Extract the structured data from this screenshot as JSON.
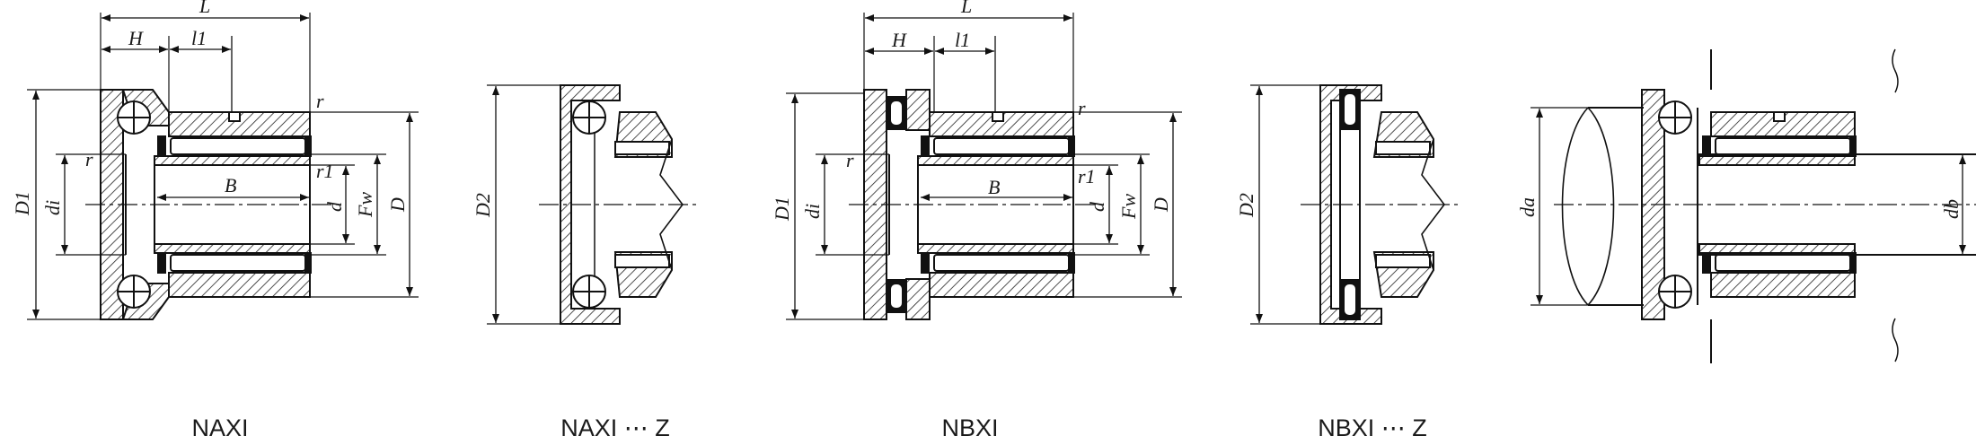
{
  "drawings": [
    {
      "id": "naxi",
      "caption": "NAXI",
      "labels": {
        "L": "L",
        "H": "H",
        "l1": "l1",
        "r": "r",
        "r1": "r1",
        "B": "B",
        "D1": "D1",
        "di": "di",
        "d": "d",
        "Fw": "Fw",
        "D": "D"
      }
    },
    {
      "id": "naxi-z",
      "caption": "NAXI ⋯ Z",
      "labels": {
        "D2": "D2"
      }
    },
    {
      "id": "nbxi",
      "caption": "NBXI",
      "labels": {
        "L": "L",
        "H": "H",
        "l1": "l1",
        "r": "r",
        "r1": "r1",
        "B": "B",
        "D1": "D1",
        "di": "di",
        "d": "d",
        "Fw": "Fw",
        "D": "D"
      }
    },
    {
      "id": "nbxi-z",
      "caption": "NBXI ⋯ Z",
      "labels": {
        "D2": "D2"
      }
    },
    {
      "id": "mounting",
      "caption": "",
      "labels": {
        "da": "da",
        "db": "db"
      }
    }
  ]
}
